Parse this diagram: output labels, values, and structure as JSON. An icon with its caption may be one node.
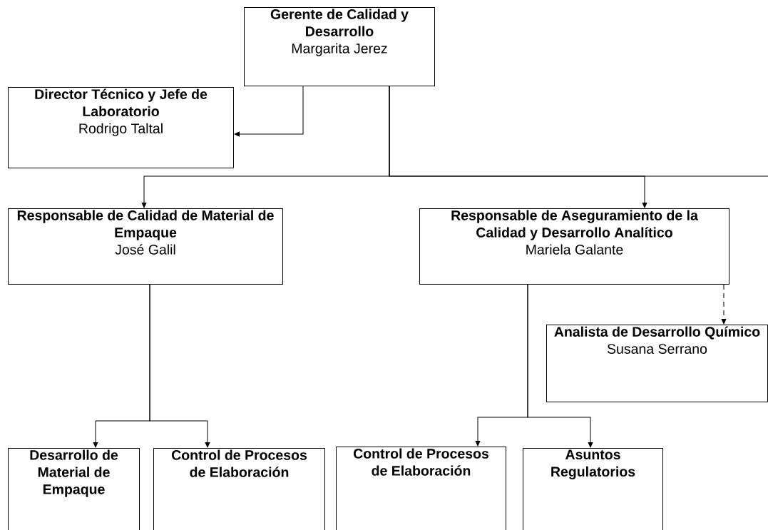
{
  "diagram": {
    "nodes": [
      {
        "text": [
          "Gerente de Calidad y Desarrollo",
          "Margarita Jerez"
        ]
      },
      {
        "text": [
          "Director Técnico y Jefe de Laboratorio",
          "Rodrigo Taltal"
        ]
      },
      {
        "text": [
          "Responsable de Calidad de Material de Empaque",
          "José Galil"
        ]
      },
      {
        "text": [
          "Responsable de Aseguramiento de la Calidad y Desarrollo Analítico",
          "Mariela Galante"
        ]
      },
      {
        "text": [
          "Analista de Desarrollo Químico",
          "Susana Serrano"
        ]
      },
      {
        "text": [
          "Desarrollo de Material de Empaque"
        ]
      },
      {
        "text": [
          "Control de Procesos de Elaboración"
        ]
      },
      {
        "text": [
          "Control de Procesos de Elaboración"
        ]
      },
      {
        "text": [
          "Asuntos Regulatorios"
        ]
      }
    ],
    "edges": [
      {
        "from": 0,
        "to": 1,
        "arrow": "to"
      },
      {
        "from": 0,
        "to": 2,
        "arrow": "to"
      },
      {
        "from": 0,
        "to": 3,
        "arrow": "to"
      },
      {
        "from": 0,
        "to": null,
        "arrow": "none"
      },
      {
        "from": 2,
        "to": 5,
        "arrow": "to"
      },
      {
        "from": 2,
        "to": 6,
        "arrow": "to"
      },
      {
        "from": 3,
        "to": 7,
        "arrow": "to"
      },
      {
        "from": 3,
        "to": 8,
        "arrow": "to"
      },
      {
        "from": 3,
        "to": 4,
        "arrow": "to",
        "style": "dashed"
      }
    ]
  }
}
